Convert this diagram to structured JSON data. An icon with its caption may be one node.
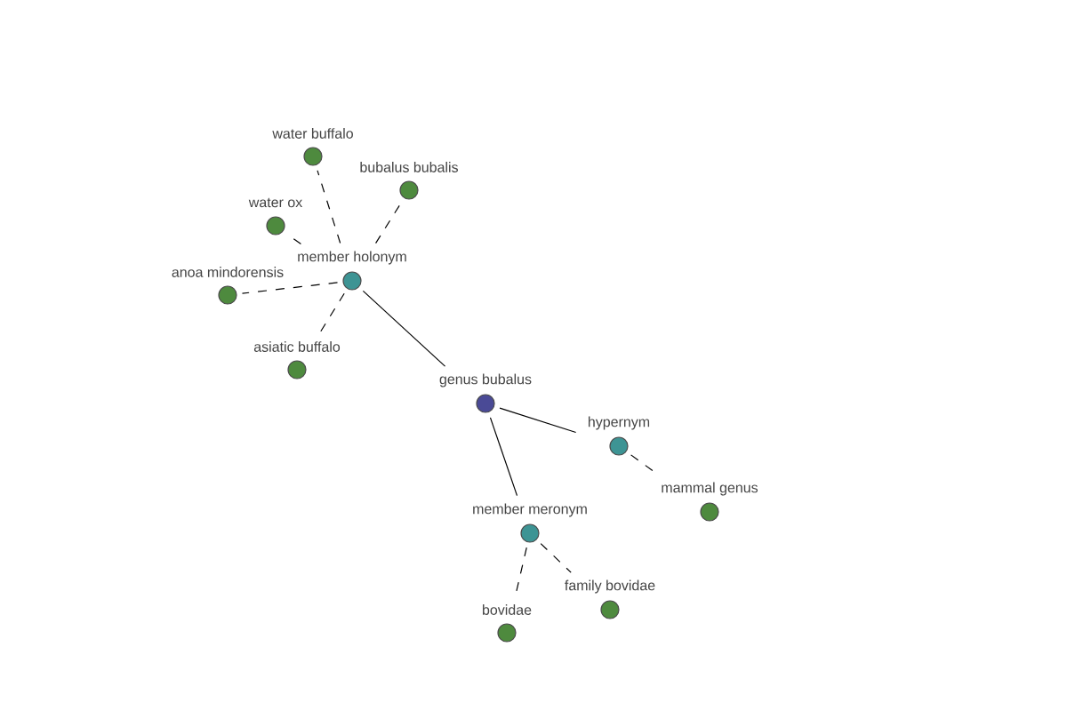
{
  "diagram": {
    "nodes": [
      {
        "text": [
          "genus bubalus"
        ]
      },
      {
        "text": [
          "member holonym"
        ]
      },
      {
        "text": [
          "hypernym"
        ]
      },
      {
        "text": [
          "member meronym"
        ]
      },
      {
        "text": [
          "water buffalo"
        ]
      },
      {
        "text": [
          "bubalus bubalis"
        ]
      },
      {
        "text": [
          "water ox"
        ]
      },
      {
        "text": [
          "anoa mindorensis"
        ]
      },
      {
        "text": [
          "asiatic buffalo"
        ]
      },
      {
        "text": [
          "mammal genus"
        ]
      },
      {
        "text": [
          "bovidae"
        ]
      },
      {
        "text": [
          "family bovidae"
        ]
      }
    ],
    "edges": [
      {
        "from": 0,
        "to": 1,
        "arrow": "none"
      },
      {
        "from": 0,
        "to": 2,
        "arrow": "none"
      },
      {
        "from": 0,
        "to": 3,
        "arrow": "none"
      },
      {
        "from": 1,
        "to": 4,
        "arrow": "none",
        "style": "dashed"
      },
      {
        "from": 1,
        "to": 5,
        "arrow": "none",
        "style": "dashed"
      },
      {
        "from": 1,
        "to": 6,
        "arrow": "none",
        "style": "dashed"
      },
      {
        "from": 1,
        "to": 7,
        "arrow": "none",
        "style": "dashed"
      },
      {
        "from": 1,
        "to": 8,
        "arrow": "none",
        "style": "dashed"
      },
      {
        "from": 2,
        "to": 9,
        "arrow": "none",
        "style": "dashed"
      },
      {
        "from": 3,
        "to": 10,
        "arrow": "none",
        "style": "dashed"
      },
      {
        "from": 3,
        "to": 11,
        "arrow": "none",
        "style": "dashed"
      }
    ]
  }
}
